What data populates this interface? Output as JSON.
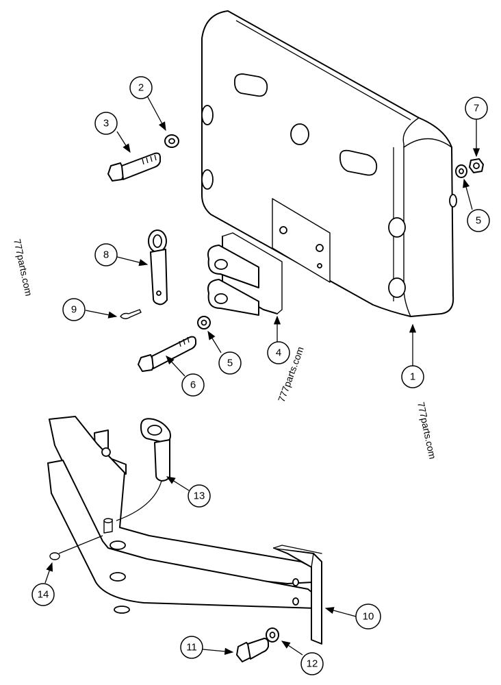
{
  "callouts": [
    {
      "id": "1",
      "label": "1"
    },
    {
      "id": "2",
      "label": "2"
    },
    {
      "id": "3",
      "label": "3"
    },
    {
      "id": "4",
      "label": "4"
    },
    {
      "id": "5a",
      "label": "5"
    },
    {
      "id": "5b",
      "label": "5"
    },
    {
      "id": "6",
      "label": "6"
    },
    {
      "id": "7",
      "label": "7"
    },
    {
      "id": "8",
      "label": "8"
    },
    {
      "id": "9",
      "label": "9"
    },
    {
      "id": "10",
      "label": "10"
    },
    {
      "id": "11",
      "label": "11"
    },
    {
      "id": "12",
      "label": "12"
    },
    {
      "id": "13",
      "label": "13"
    },
    {
      "id": "14",
      "label": "14"
    }
  ],
  "watermarks": [
    "777parts.com",
    "777parts.com",
    "777parts.com"
  ]
}
